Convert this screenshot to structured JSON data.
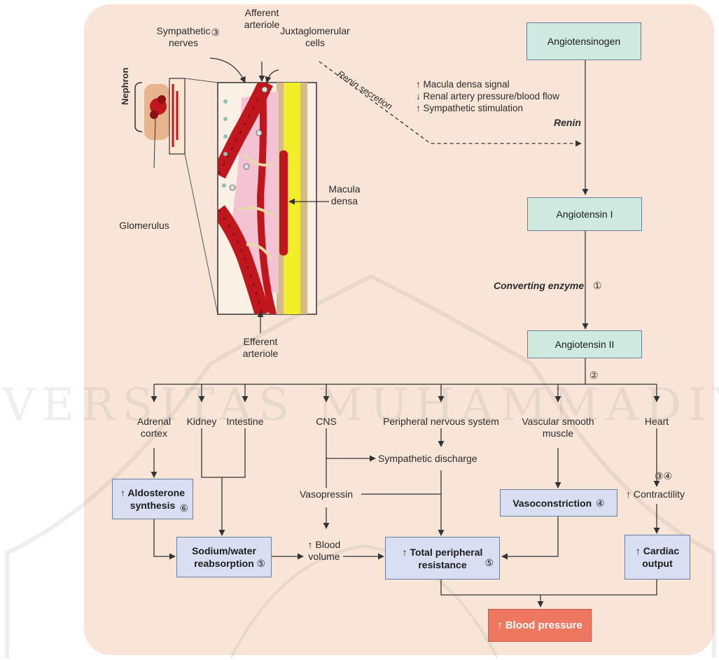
{
  "nephron_labels": {
    "sympathetic_nerves": "Sympathetic\nnerves",
    "sympathetic_marker": "③",
    "afferent_arteriole": "Afferent\narteriole",
    "juxtaglomerular_cells": "Juxtaglomerular\ncells",
    "nephron": "Nephron",
    "glomerulus": "Glomerulus",
    "macula_densa": "Macula\ndensa",
    "efferent_arteriole": "Efferent\narteriole"
  },
  "renin_secretion": "Renin secretion",
  "renin_triggers": [
    "↑ Macula densa signal",
    "↓ Renal artery pressure/blood flow",
    "↑ Sympathetic stimulation"
  ],
  "cascade": {
    "angiotensinogen": "Angiotensinogen",
    "renin": "Renin",
    "angiotensin_1": "Angiotensin I",
    "converting_enzyme": "Converting enzyme",
    "converting_marker": "①",
    "angiotensin_2": "Angiotensin II",
    "angiotensin_2_marker": "②"
  },
  "targets": {
    "adrenal_cortex": "Adrenal\ncortex",
    "kidney": "Kidney",
    "intestine": "Intestine",
    "cns": "CNS",
    "peripheral_nervous_system": "Peripheral nervous system",
    "vascular_smooth_muscle": "Vascular smooth\nmuscle",
    "heart": "Heart"
  },
  "effects": {
    "aldosterone_synthesis": "↑ Aldosterone\nsynthesis",
    "aldosterone_marker": "⑥",
    "sodium_water": "Sodium/water\nreabsorption",
    "sodium_marker": "⑤",
    "sympathetic_discharge": "Sympathetic discharge",
    "vasopressin": "Vasopressin",
    "blood_volume": "↑ Blood\nvolume",
    "vasoconstriction": "Vasoconstriction",
    "vasoconstriction_marker": "④",
    "contractility": "↑ Contractility",
    "contractility_marker": "③④",
    "total_peripheral_resistance": "↑ Total peripheral\nresistance",
    "tpr_marker": "⑤",
    "cardiac_output": "↑ Cardiac\noutput",
    "blood_pressure": "↑ Blood pressure"
  },
  "colors": {
    "panel_bg": "#f9e5d7",
    "green_box": "#cfe9e1",
    "blue_box": "#d9def3",
    "red_box": "#ee7760",
    "vessel": "#c0161e",
    "yellow": "#f3ee2a",
    "pink": "#f3c2d3"
  },
  "watermark": {
    "text": "UNIVERSITAS MUHAMMADIYAH"
  }
}
